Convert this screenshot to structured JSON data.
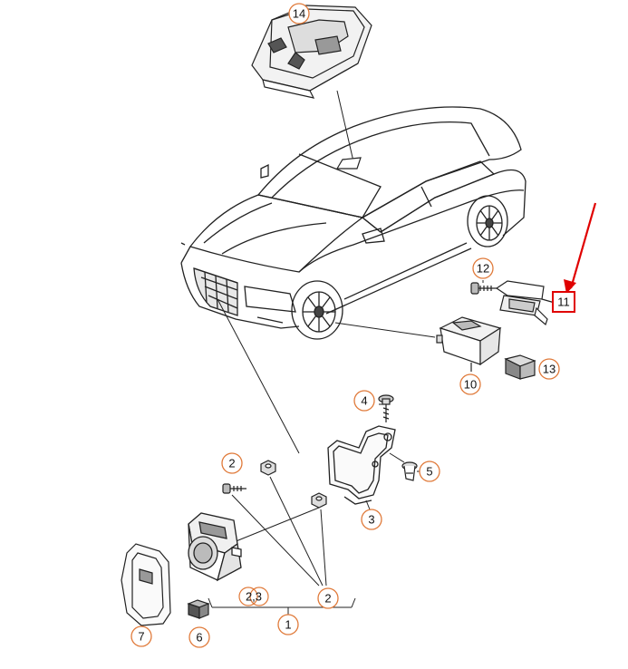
{
  "diagram": {
    "callouts": [
      {
        "id": "c14",
        "label": "14",
        "style": "circle"
      },
      {
        "id": "c12",
        "label": "12",
        "style": "circle"
      },
      {
        "id": "c11",
        "label": "11",
        "style": "box"
      },
      {
        "id": "c10",
        "label": "10",
        "style": "circle"
      },
      {
        "id": "c13",
        "label": "13",
        "style": "circle"
      },
      {
        "id": "c4",
        "label": "4",
        "style": "circle"
      },
      {
        "id": "c5",
        "label": "5",
        "style": "circle"
      },
      {
        "id": "c3",
        "label": "3",
        "style": "circle"
      },
      {
        "id": "c2a",
        "label": "2",
        "style": "circle"
      },
      {
        "id": "c2b",
        "label": "2",
        "style": "circle"
      },
      {
        "id": "c23",
        "label": "2,3",
        "style": "double-circle"
      },
      {
        "id": "c1",
        "label": "1",
        "style": "circle"
      },
      {
        "id": "c7",
        "label": "7",
        "style": "circle"
      },
      {
        "id": "c6",
        "label": "6",
        "style": "circle"
      }
    ],
    "colors": {
      "callout_ring": "#e07a3a",
      "highlight": "#e00000",
      "linework": "#222222"
    }
  }
}
